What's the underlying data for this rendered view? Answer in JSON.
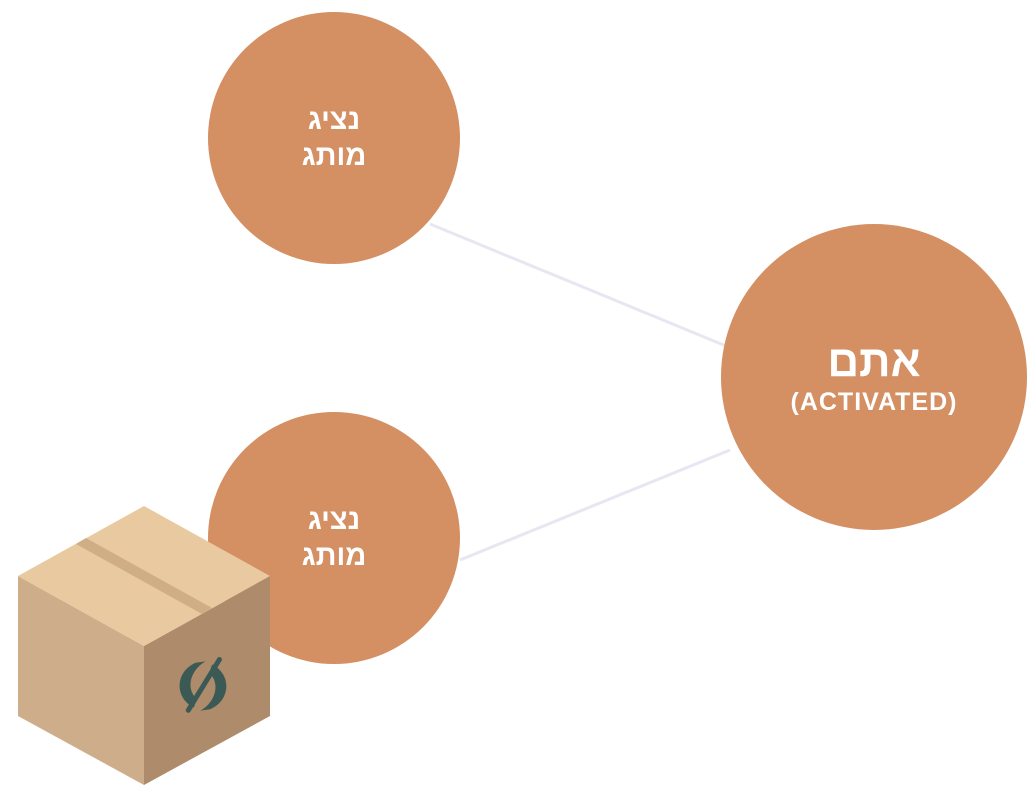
{
  "nodes": {
    "top": {
      "line1": "נציג",
      "line2": "מותג"
    },
    "bottom": {
      "line1": "נציג",
      "line2": "מותג"
    },
    "you": {
      "title": "אתם",
      "subtitle": "(ACTIVATED)"
    }
  },
  "colors": {
    "node_fill": "#d48f63",
    "node_text": "#ffffff",
    "connector": "#e9e6f2",
    "box_top": "#e9c9a0",
    "box_left": "#cead8b",
    "box_right": "#ae8b6b",
    "logo": "#3c5a55"
  },
  "icons": {
    "package": "package-icon",
    "logo": "brand-logo-icon"
  }
}
